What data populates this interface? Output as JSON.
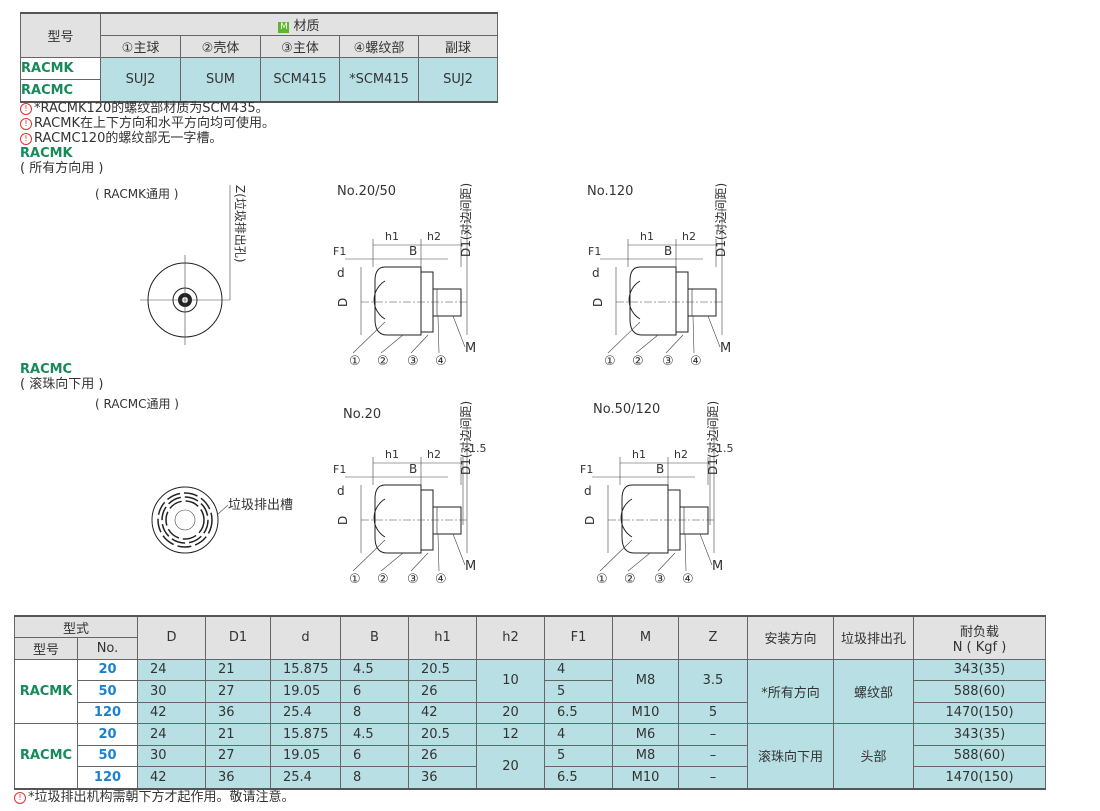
{
  "material_table": {
    "header_model": "型号",
    "header_material": "材质",
    "material_badge": "M",
    "columns": [
      "①主球",
      "②壳体",
      "③主体",
      "④螺纹部",
      "副球"
    ],
    "models": [
      "RACMK",
      "RACMC"
    ],
    "values": [
      "SUJ2",
      "SUM",
      "SCM415",
      "*SCM415",
      "SUJ2"
    ]
  },
  "notes": [
    "*RACMK120的螺纹部材质为SCM435。",
    "RACMK在上下方向和水平方向均可使用。",
    "RACMC120的螺纹部无一字槽。"
  ],
  "sections": {
    "racmk": {
      "title": "RACMK",
      "subtitle": "( 所有方向用 )",
      "common": "( RACMK通用 )",
      "z_label": "Z(垃圾排出孔)"
    },
    "racmc": {
      "title": "RACMC",
      "subtitle": "( 滚珠向下用 )",
      "common": "( RACMC通用 )",
      "slot_label": "垃圾排出槽"
    }
  },
  "drawings": [
    {
      "title": "No.20/50"
    },
    {
      "title": "No.120"
    },
    {
      "title": "No.20"
    },
    {
      "title": "No.50/120"
    }
  ],
  "dim_labels": {
    "h1": "h1",
    "h2": "h2",
    "F1": "F1",
    "B": "B",
    "D1": "D1(对边间距)",
    "d": "d",
    "D": "D",
    "M": "M",
    "gap": "1.5",
    "parts": [
      "①",
      "②",
      "③",
      "④"
    ]
  },
  "spec_table": {
    "group_header": "型式",
    "model_header": "型号",
    "no_header": "No.",
    "columns": [
      "D",
      "D1",
      "d",
      "B",
      "h1",
      "h2",
      "F1",
      "M",
      "Z",
      "安装方向",
      "垃圾排出孔"
    ],
    "load_header": [
      "耐负载",
      "N ( Kgf )"
    ],
    "models": [
      "RACMK",
      "RACMC"
    ],
    "rows": [
      {
        "no": "20",
        "D": "24",
        "D1": "21",
        "d": "15.875",
        "B": "4.5",
        "h1": "20.5",
        "F1": "4",
        "load": "343(35)"
      },
      {
        "no": "50",
        "D": "30",
        "D1": "27",
        "d": "19.05",
        "B": "6",
        "h1": "26",
        "F1": "5",
        "load": "588(60)"
      },
      {
        "no": "120",
        "D": "42",
        "D1": "36",
        "d": "25.4",
        "B": "8",
        "h1": "42",
        "F1": "6.5",
        "load": "1470(150)"
      },
      {
        "no": "20",
        "D": "24",
        "D1": "21",
        "d": "15.875",
        "B": "4.5",
        "h1": "20.5",
        "F1": "4",
        "load": "343(35)"
      },
      {
        "no": "50",
        "D": "30",
        "D1": "27",
        "d": "19.05",
        "B": "6",
        "h1": "26",
        "F1": "5",
        "load": "588(60)"
      },
      {
        "no": "120",
        "D": "42",
        "D1": "36",
        "d": "25.4",
        "B": "8",
        "h1": "36",
        "F1": "6.5",
        "load": "1470(150)"
      }
    ],
    "merged": {
      "h2_k_2050": "10",
      "h2_k_120": "20",
      "h2_c_20": "12",
      "h2_c_50120": "20",
      "M_k_2050": "M8",
      "M_k_120": "M10",
      "M_c": [
        "M6",
        "M8",
        "M10"
      ],
      "Z_k_2050": "3.5",
      "Z_k_120": "5",
      "Z_c": [
        "–",
        "–",
        "–"
      ],
      "dir_k": "*所有方向",
      "dir_c": "滚珠向下用",
      "hole_k": "螺纹部",
      "hole_c": "头部"
    }
  },
  "footer_note": "*垃圾排出机构需朝下方才起作用。敬请注意。"
}
